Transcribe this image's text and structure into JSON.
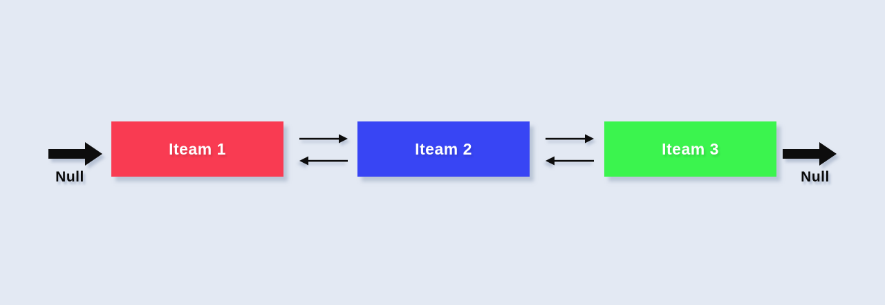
{
  "diagram": {
    "background_color": "#E3E9F3",
    "arrow_color": "#0d0d0d",
    "null_left_label": "Null",
    "null_right_label": "Null",
    "nodes": [
      {
        "label": "Iteam 1",
        "color": "#F93B52"
      },
      {
        "label": "Iteam 2",
        "color": "#3845F4"
      },
      {
        "label": "Iteam 3",
        "color": "#3BF44E"
      }
    ],
    "icons": {
      "head_pointer": "thick-arrow-right-icon",
      "tail_pointer": "thick-arrow-right-icon",
      "next_link": "thin-arrow-right-icon",
      "prev_link": "thin-arrow-left-icon"
    }
  }
}
